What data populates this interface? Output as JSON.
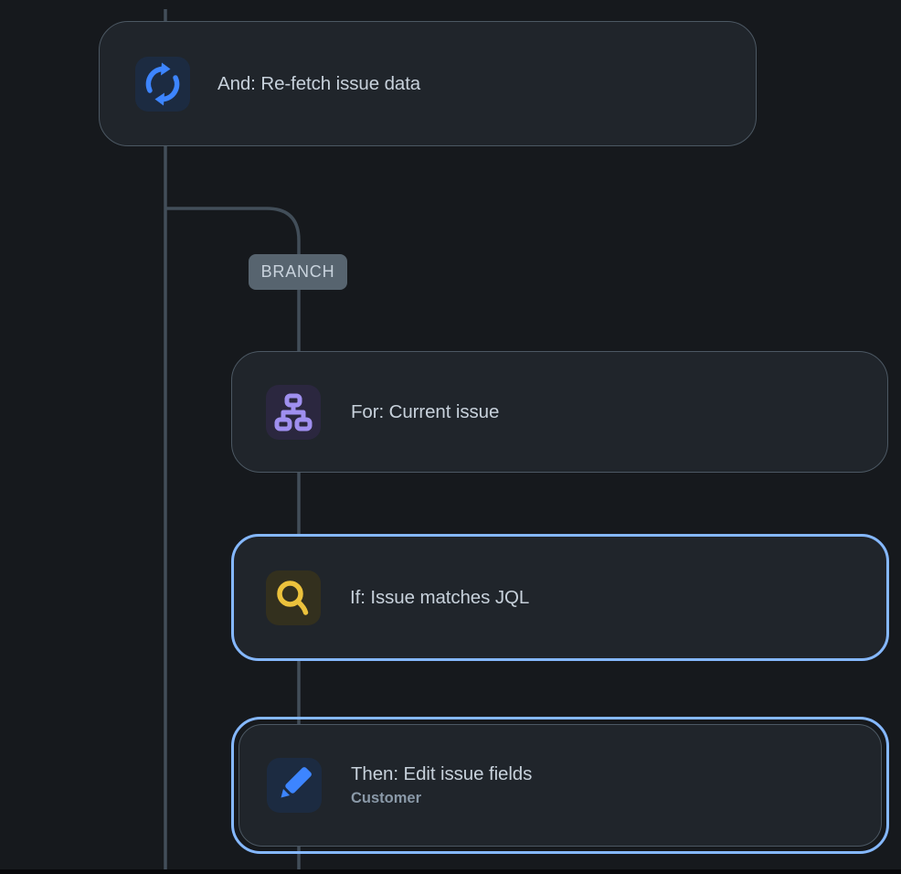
{
  "flow": {
    "branch_label": "BRANCH",
    "nodes": [
      {
        "title": "And: Re-fetch issue data",
        "icon": "refresh-icon",
        "selected": false
      },
      {
        "title": "For: Current issue",
        "icon": "hierarchy-icon",
        "selected": false
      },
      {
        "title": "If: Issue matches JQL",
        "icon": "search-icon",
        "selected": true
      },
      {
        "title": "Then: Edit issue fields",
        "subtitle": "Customer",
        "icon": "pencil-icon",
        "selected": true
      }
    ]
  },
  "colors": {
    "canvas_bg": "#16191D",
    "card_bg": "#20252B",
    "card_border": "#4C5863",
    "selection_border": "#85B8FF",
    "connector_line": "#424E59",
    "title_text": "#C7D1DB",
    "subtitle_text": "#8A99A8",
    "branch_pill_bg": "#57646F",
    "branch_pill_text": "#C9D3DD",
    "refresh_icon": "#3D85FF",
    "refresh_icon_bg": "#1C2B41",
    "hierarchy_icon": "#9F8FEF",
    "hierarchy_icon_bg": "#2B273F",
    "search_icon": "#ECC23C",
    "search_icon_bg": "#33301E",
    "pencil_icon": "#3D85FF",
    "pencil_icon_bg": "#1C2B41"
  }
}
